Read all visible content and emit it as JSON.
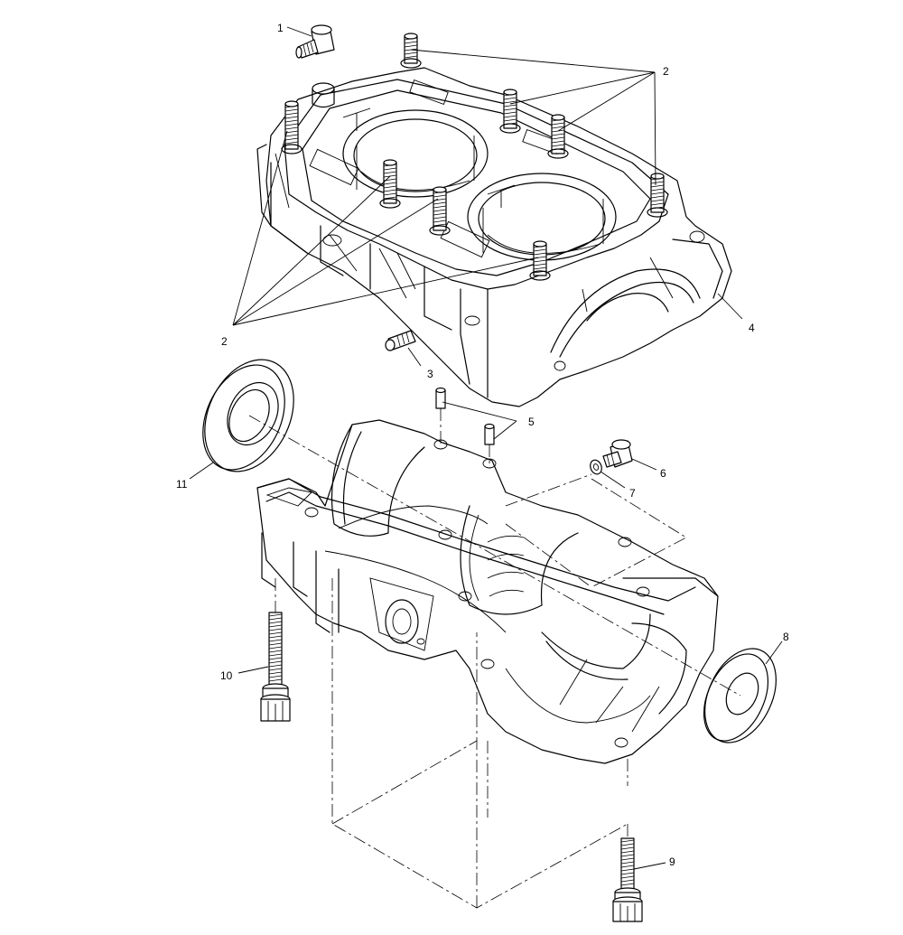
{
  "diagram": {
    "callouts": [
      {
        "id": "callout-1",
        "label": "1"
      },
      {
        "id": "callout-2-top",
        "label": "2"
      },
      {
        "id": "callout-2-left",
        "label": "2"
      },
      {
        "id": "callout-3",
        "label": "3"
      },
      {
        "id": "callout-4",
        "label": "4"
      },
      {
        "id": "callout-5",
        "label": "5"
      },
      {
        "id": "callout-6",
        "label": "6"
      },
      {
        "id": "callout-7",
        "label": "7"
      },
      {
        "id": "callout-8",
        "label": "8"
      },
      {
        "id": "callout-9",
        "label": "9"
      },
      {
        "id": "callout-10",
        "label": "10"
      },
      {
        "id": "callout-11",
        "label": "11"
      }
    ]
  }
}
